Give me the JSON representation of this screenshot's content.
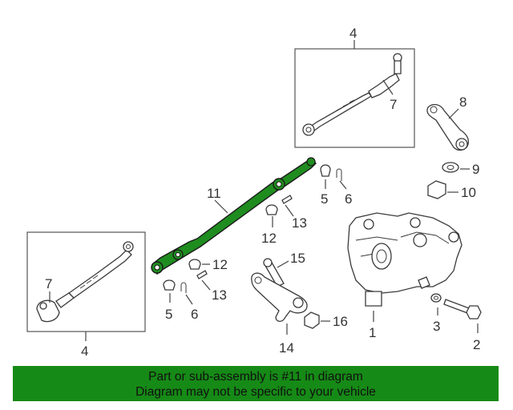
{
  "diagram": {
    "highlight_color": "#1f8c1f",
    "callouts": {
      "c4_top": "4",
      "c4_bottom": "4",
      "c7_top": "7",
      "c7_left": "7",
      "c8": "8",
      "c9": "9",
      "c10": "10",
      "c11": "11",
      "c5_top": "5",
      "c6_top": "6",
      "c13_top": "13",
      "c12_top": "12",
      "c12_bottom": "12",
      "c13_bottom": "13",
      "c5_bottom": "5",
      "c6_bottom": "6",
      "c15": "15",
      "c14": "14",
      "c16": "16",
      "c1": "1",
      "c3": "3",
      "c2": "2"
    }
  },
  "banner": {
    "line1": "Part or sub-assembly is #11 in diagram",
    "line2": "Diagram may not be specific to your vehicle",
    "color": "#168a16"
  }
}
